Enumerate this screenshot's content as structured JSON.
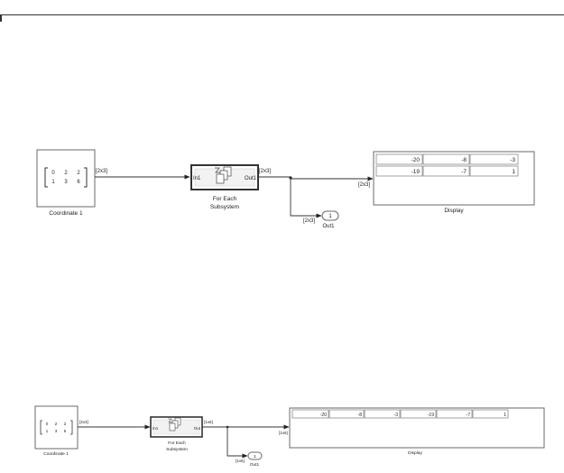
{
  "colors": {
    "block_fill": "#ffffff",
    "block_border": "#6a6a6a",
    "subsystem_fill": "#f2f2f2",
    "wire": "#333333",
    "text": "#222222"
  },
  "diagrams": [
    {
      "matrix_rows": [
        [
          "0",
          "2",
          "2"
        ],
        [
          "1",
          "3",
          "6"
        ]
      ],
      "constant_label": "Coordinate 1",
      "signal_in": "[2x3]",
      "signal_out": "[2x3]",
      "signal_branch": "[2x3]",
      "signal_display": "[2x3]",
      "subsystem_name": "For Each Subsystem",
      "subsystem_lines": [
        "For Each",
        "Subsystem"
      ],
      "port_in": "In1",
      "port_out": "Out1",
      "outport_number": "1",
      "outport_label": "Out1",
      "display_label": "Display",
      "display_values": [
        [
          "-20",
          "-8",
          "-3"
        ],
        [
          "-19",
          "-7",
          "1"
        ]
      ]
    },
    {
      "matrix_rows": [
        [
          "0",
          "2",
          "2"
        ],
        [
          "1",
          "3",
          "6"
        ]
      ],
      "constant_label": "Coordinate 1",
      "signal_in": "[2x3]",
      "signal_out": "[1x6]",
      "signal_branch": "[1x6]",
      "signal_display": "[1x6]",
      "subsystem_name": "For Each Subsystem",
      "subsystem_lines": [
        "For Each",
        "Subsystem"
      ],
      "port_in": "In1",
      "port_out": "Out",
      "outport_number": "1",
      "outport_label": "Out1",
      "display_label": "Display",
      "display_values": [
        [
          "-20",
          "-8",
          "-3",
          "-19",
          "-7",
          "1"
        ]
      ]
    }
  ]
}
